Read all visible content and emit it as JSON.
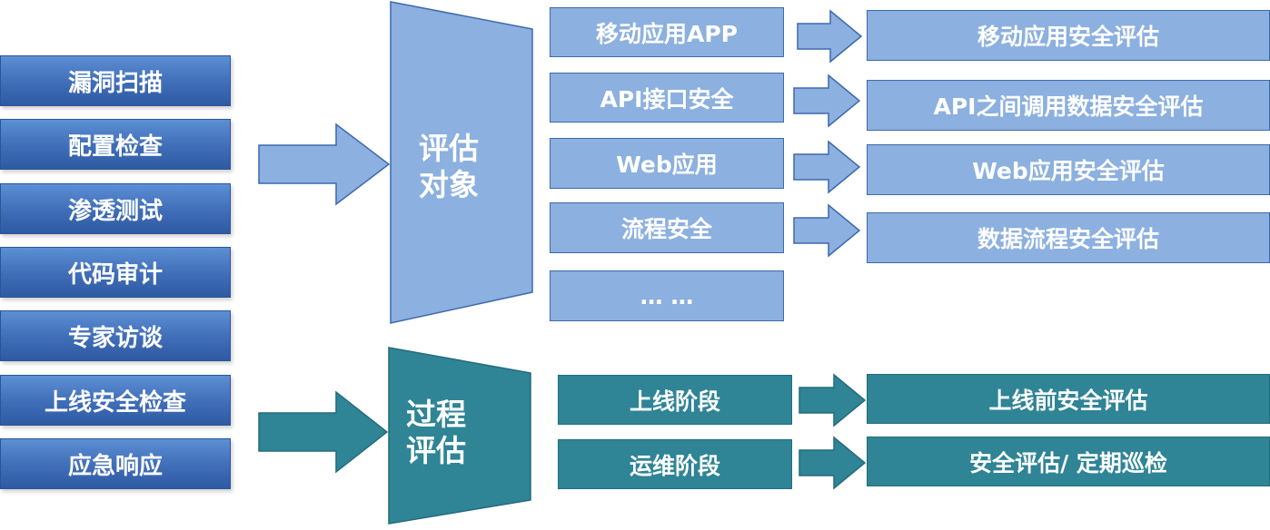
{
  "methods": [
    "漏洞扫描",
    "配置检查",
    "渗透测试",
    "代码审计",
    "专家访谈",
    "上线安全检查",
    "应急响应"
  ],
  "object_eval": {
    "label_line1": "评估",
    "label_line2": "对象",
    "targets": [
      "移动应用APP",
      "API接口安全",
      "Web应用",
      "流程安全",
      "… …"
    ],
    "results": [
      "移动应用安全评估",
      "API之间调用数据安全评估",
      "Web应用安全评估",
      "数据流程安全评估"
    ]
  },
  "process_eval": {
    "label_line1": "过程",
    "label_line2": "评估",
    "stages": [
      "上线阶段",
      "运维阶段"
    ],
    "results": [
      "上线前安全评估",
      "安全评估/ 定期巡检"
    ]
  },
  "colors": {
    "method_blue": "#3f6db7",
    "object_light_blue": "#8cb0df",
    "object_border": "#3d69ad",
    "process_teal": "#2f8496"
  }
}
